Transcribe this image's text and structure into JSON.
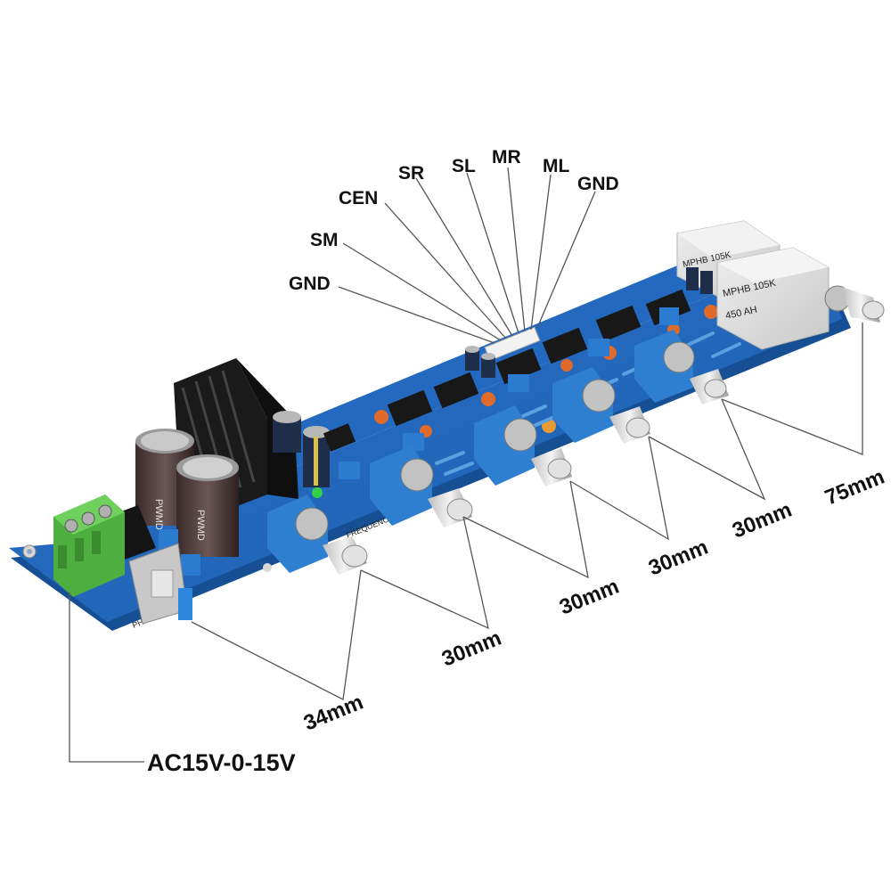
{
  "pins": {
    "gnd_left": "GND",
    "sm": "SM",
    "cen": "CEN",
    "sr": "SR",
    "sl": "SL",
    "mr": "MR",
    "ml": "ML",
    "gnd_right": "GND"
  },
  "dimensions": {
    "d1": "34mm",
    "d2": "30mm",
    "d3": "30mm",
    "d4": "30mm",
    "d5": "30mm",
    "d6": "75mm"
  },
  "power_label": "AC15V-0-15V",
  "capacitor_marking": "MPHB 105K",
  "capacitor_marking_2": "450 AH",
  "electrolytic_marking": "PWMD",
  "colors": {
    "pcb": "#1e64b8",
    "pcb_edge": "#174f95",
    "terminal": "#5cc14c",
    "heatsink": "#1a1a1a",
    "pot_body": "#2f7fd0",
    "film_cap": "#d9d9d9",
    "ceramic_cap": "#e06a2a",
    "label_text": "#111111",
    "leader_line": "#555555"
  }
}
